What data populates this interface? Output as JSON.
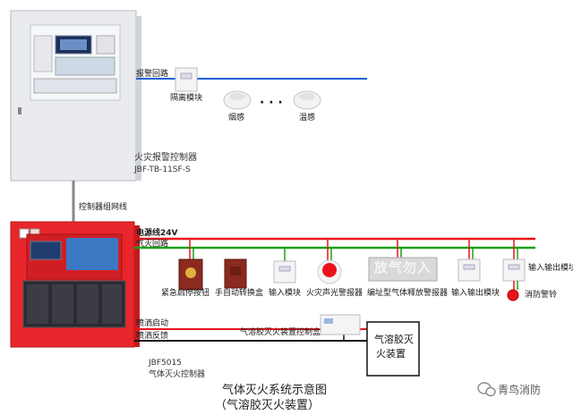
{
  "panel_top": {
    "name": "火灾报警控制器",
    "model": "JBF-TB-11SF-S"
  },
  "alarm_loop": {
    "label": "报警回路",
    "isolation_module": "隔离模块",
    "smoke_detector": "烟感",
    "ellipsis": "· · ·",
    "heat_detector": "温感"
  },
  "network": {
    "label": "控制器组网线"
  },
  "panel_bottom": {
    "model": "JBF5015",
    "name": "气体灭火控制器"
  },
  "bus_lines": {
    "power": "电源线24V",
    "gas_loop": "气灭回路",
    "spray_start": "喷洒启动",
    "spray_feedback": "喷洒反馈"
  },
  "devices": {
    "emergency_button": "紧急启停按钮",
    "manual_auto_box": "手自动转换盒",
    "input_module": "输入模块",
    "sound_light_alarm": "火灾声光警报器",
    "gas_release_indicator": "编址型气体释放警报器",
    "gas_release_sign_text": "放气勿入",
    "io_module_1": "输入输出模块",
    "io_module_2": "输入输出模块",
    "fire_bell": "消防警铃"
  },
  "aerosol": {
    "controller": "气溶胶灭火装置控制盒",
    "device_line1": "气溶胶灭",
    "device_line2": "火装置"
  },
  "caption": {
    "title": "气体灭火系统示意图",
    "subtitle": "（气溶胶灭火装置）"
  },
  "brand": {
    "name": "青鸟消防"
  },
  "colors": {
    "blue_wire": "#1f5fd6",
    "red_wire": "#e8141a",
    "green_wire": "#1aa21a",
    "black_wire": "#111111",
    "gray_wire": "#888888",
    "panel_red": "#e8262b"
  }
}
